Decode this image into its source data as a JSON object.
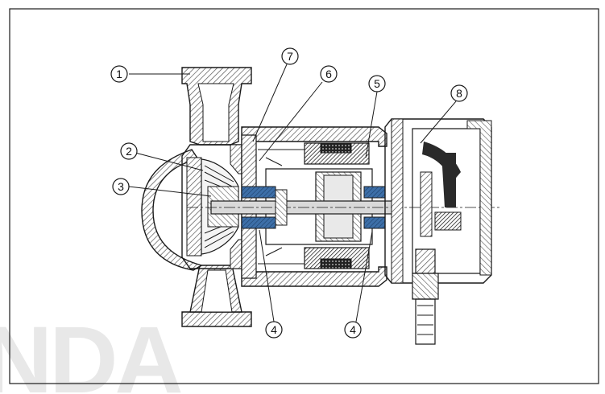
{
  "diagram": {
    "callouts": [
      {
        "id": "c1",
        "label": "1"
      },
      {
        "id": "c2",
        "label": "2"
      },
      {
        "id": "c3",
        "label": "3"
      },
      {
        "id": "c4a",
        "label": "4"
      },
      {
        "id": "c4b",
        "label": "4"
      },
      {
        "id": "c5",
        "label": "5"
      },
      {
        "id": "c6",
        "label": "6"
      },
      {
        "id": "c7",
        "label": "7"
      },
      {
        "id": "c8",
        "label": "8"
      }
    ],
    "watermark": "NDA"
  },
  "colors": {
    "outline": "#1a1a1a",
    "hatch": "#555555",
    "bearing": "#3d6fa8",
    "shaft": "#d9d9d9",
    "rotor": "#e9e9e9",
    "background": "#ffffff",
    "watermark": "#e8e8e8"
  }
}
